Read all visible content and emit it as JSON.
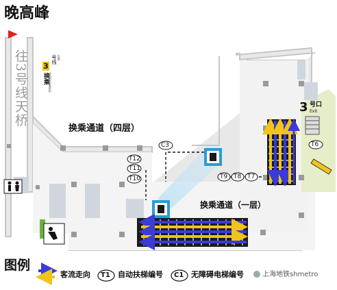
{
  "title": "晚高峰",
  "corridor_4f": "换乘通道（四层）",
  "corridor_1f": "换乘通道（一层）",
  "bridge_label": "往3号线天桥",
  "interchange_sign": {
    "label": "换乘",
    "label_en": "INTERCHANGE",
    "line_number": "3",
    "line_text": "号线",
    "line_en": "LINE"
  },
  "exit": {
    "number": "3",
    "text": "号口",
    "en": "Exit"
  },
  "escalators": {
    "t12": "T12",
    "t11": "T11",
    "t10": "T10",
    "t9": "T9",
    "t8": "T8",
    "t7": "T7",
    "t6": "T6"
  },
  "elevator_c3": "C3",
  "legend": {
    "title": "图例",
    "flow_label": "客流走向",
    "escalator_symbol": "T1",
    "escalator_label": "自动扶梯编号",
    "elevator_symbol": "C1",
    "elevator_label": "无障碍电梯编号"
  },
  "watermark": "上海地铁shmetro",
  "colors": {
    "flow_blue": "#3b3bd6",
    "flow_yellow": "#f0c419",
    "elevator_frame": "#2a9bd7",
    "exit_green": "#e6edc9",
    "wall": "#c8c8c8",
    "ramp_green": "#6db33f",
    "flag_red": "#e02020"
  }
}
